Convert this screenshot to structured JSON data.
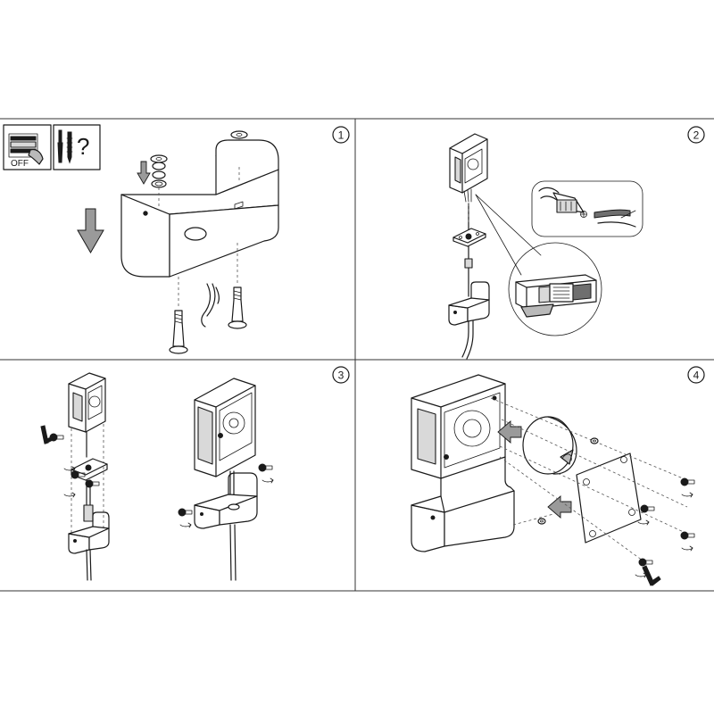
{
  "steps": [
    {
      "number": "1"
    },
    {
      "number": "2"
    },
    {
      "number": "3"
    },
    {
      "number": "4"
    }
  ],
  "icons": {
    "power_off_label": "OFF",
    "question_mark": "?"
  },
  "colors": {
    "line": "#1a1a1a",
    "housing_gray": "#b9b9b9",
    "arrow_gray": "#9a9a9a",
    "frame": "#333333"
  }
}
